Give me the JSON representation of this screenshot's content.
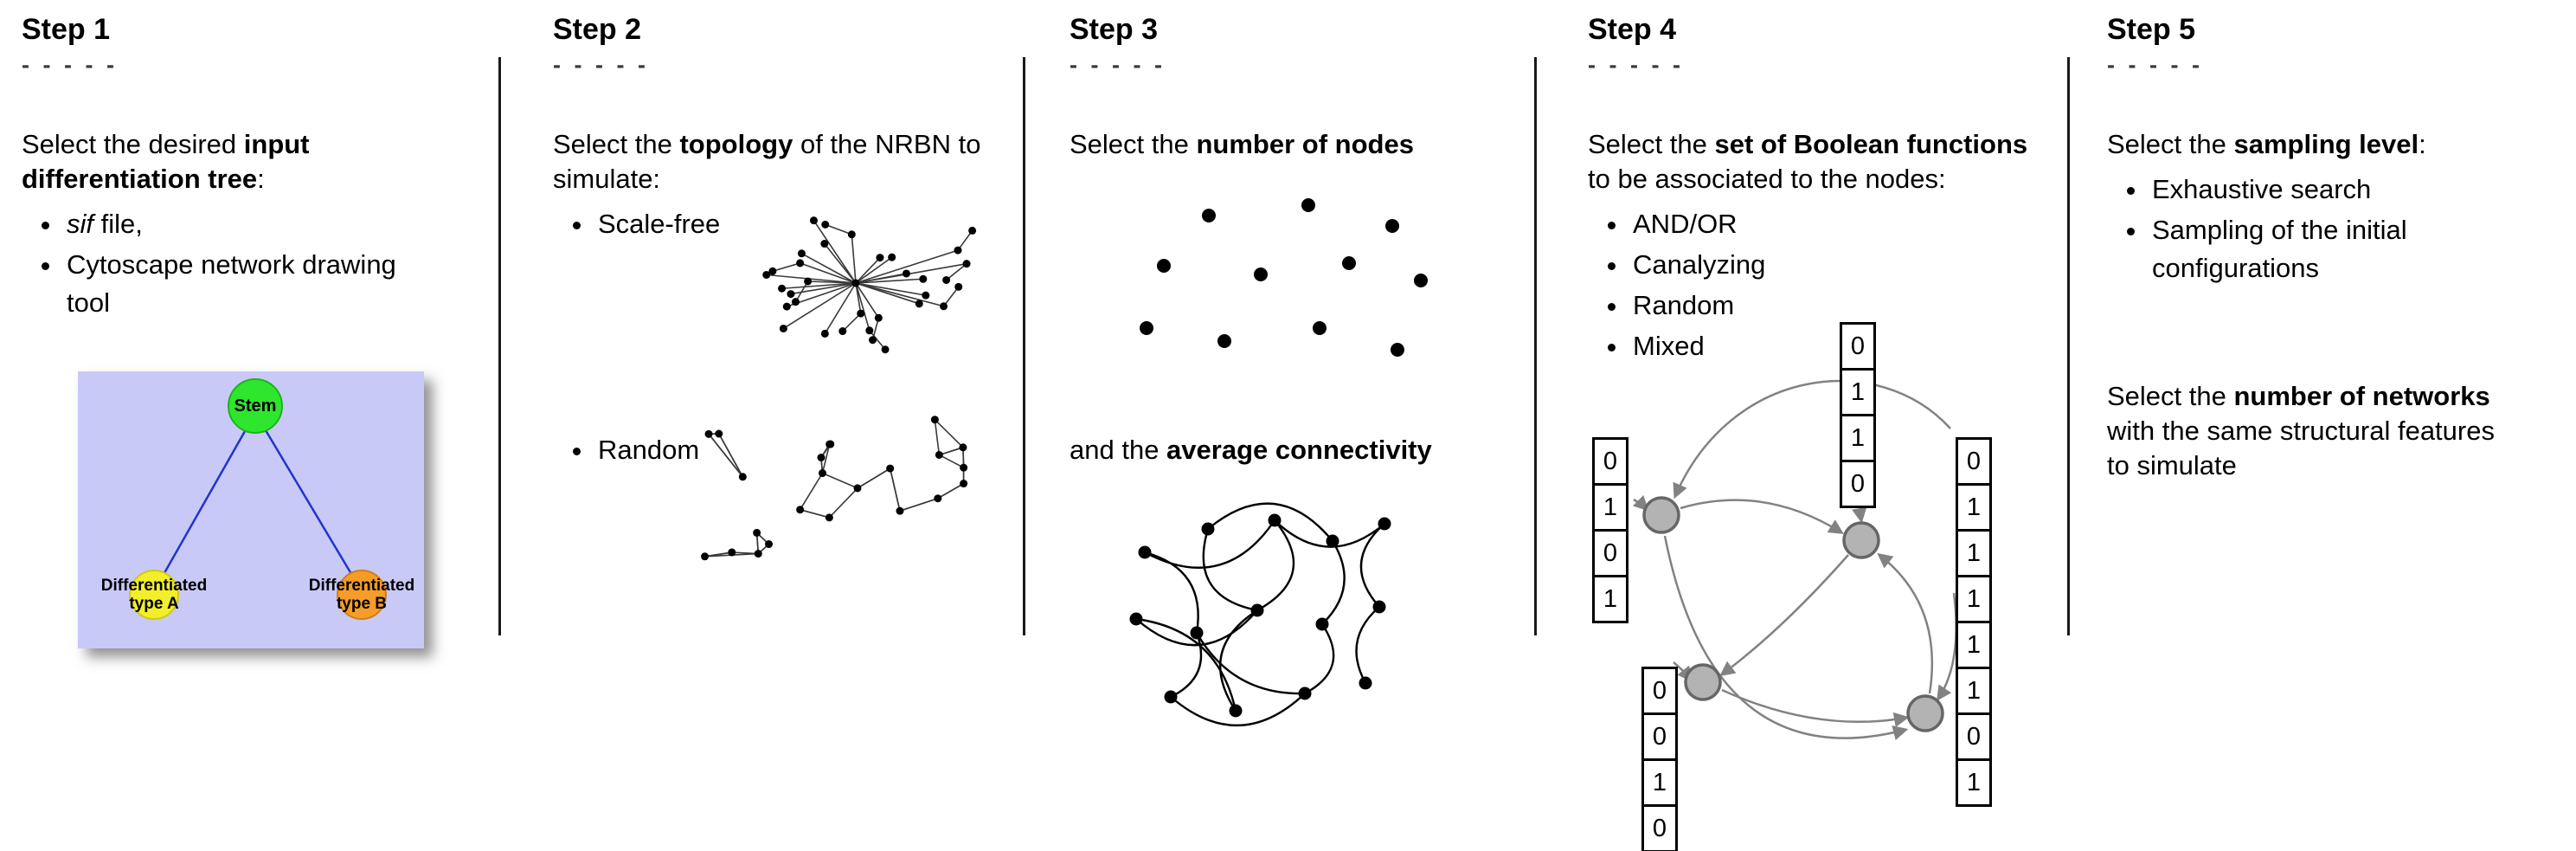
{
  "palette": {
    "text": "#000000",
    "divider": "#1a1a1a",
    "network_ink": "#3a3a3a",
    "dot_black": "#000000",
    "arrow_gray": "#828282",
    "boolean_node_fill": "#b3b3b3",
    "boolean_node_stroke": "#666666"
  },
  "steps": [
    {
      "title": "Step 1",
      "dashes": "- - - - -",
      "instruction": {
        "pre": "Select the desired ",
        "bold": "input differentiation tree",
        "post": ":"
      },
      "bullets": [
        {
          "italic": "sif",
          "rest": " file,"
        },
        {
          "text": "Cytoscape network drawing tool"
        }
      ],
      "tree": {
        "background": "#c9c9f8",
        "edge_color": "#2233cc",
        "nodes": [
          {
            "label": "Stem",
            "color": "#2ee62e"
          },
          {
            "label": "Differentiated type A",
            "color": "#f2ee2a"
          },
          {
            "label": "Differentiated type B",
            "color": "#f59d28"
          }
        ]
      }
    },
    {
      "title": "Step 2",
      "dashes": "- - - - -",
      "instruction": {
        "pre": "Select the ",
        "bold": "topology",
        "post": " of the NRBN to simulate:"
      },
      "bullets": [
        {
          "text": "Scale-free"
        },
        {
          "text": "Random"
        }
      ]
    },
    {
      "title": "Step 3",
      "dashes": "- - - - -",
      "instruction": {
        "pre": "Select the ",
        "bold": "number of nodes",
        "post": ""
      },
      "instruction2": {
        "pre": "and the ",
        "bold": "average connectivity",
        "post": ""
      }
    },
    {
      "title": "Step 4",
      "dashes": "- - - - -",
      "instruction": {
        "pre": "Select the ",
        "bold": "set of Boolean functions",
        "post": " to be associated to the nodes:"
      },
      "bullets": [
        {
          "text": "AND/OR"
        },
        {
          "text": "Canalyzing"
        },
        {
          "text": "Random"
        },
        {
          "text": "Mixed"
        }
      ],
      "tables": {
        "left": [
          "0",
          "1",
          "0",
          "1"
        ],
        "bottom": [
          "0",
          "0",
          "1",
          "0"
        ],
        "top": [
          "0",
          "1",
          "1",
          "0"
        ],
        "right": [
          "0",
          "1",
          "1",
          "1",
          "1",
          "1",
          "0",
          "1"
        ]
      }
    },
    {
      "title": "Step 5",
      "dashes": "- - - - -",
      "instruction": {
        "pre": "Select the ",
        "bold": "sampling level",
        "post": ":"
      },
      "bullets": [
        {
          "text": "Exhaustive search"
        },
        {
          "text": "Sampling of the initial configurations"
        }
      ],
      "instruction2": {
        "pre": "Select the ",
        "bold": "number of networks",
        "post": " with the same structural features to simulate"
      }
    }
  ]
}
